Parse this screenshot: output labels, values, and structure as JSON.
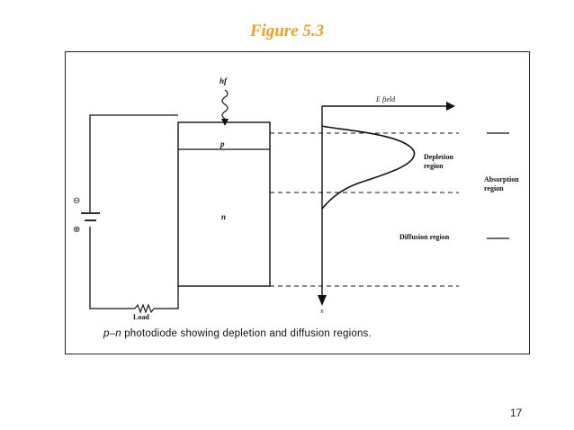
{
  "slide": {
    "title": "Figure 5.3",
    "page_number": "17"
  },
  "diagram": {
    "photon_label": "hf",
    "p_label": "p",
    "n_label": "n",
    "battery_minus": "⊖",
    "battery_plus": "⊕",
    "load_label": "Load",
    "field_label": "E field",
    "x_axis_label": "x",
    "depletion_label_1": "Depletion",
    "depletion_label_2": "region",
    "absorption_label_1": "Absorption",
    "absorption_label_2": "region",
    "diffusion_label": "Diffusion region",
    "caption_prefix": "p–n",
    "caption_rest": " photodiode showing depletion and diffusion regions."
  }
}
